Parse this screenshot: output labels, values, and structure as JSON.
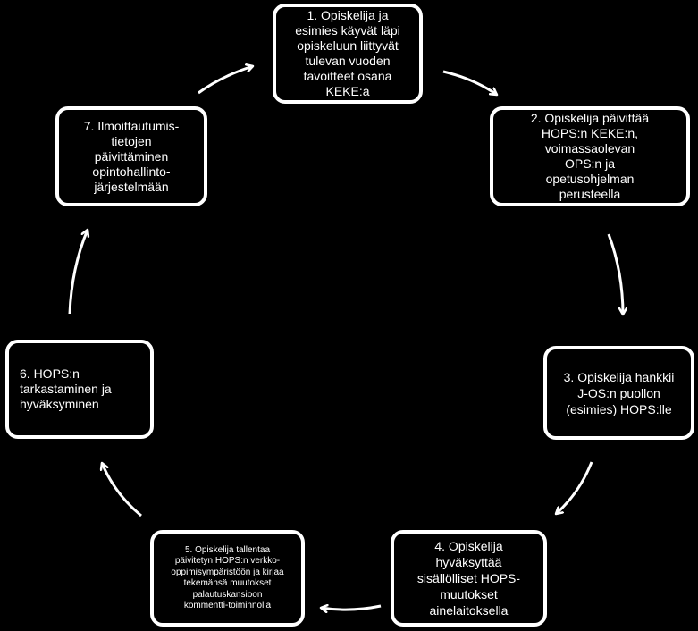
{
  "steps": [
    {
      "text": "1. Opiskelija ja\nesimies käyvät läpi\nopiskeluun liittyvät\ntulevan vuoden\ntavoitteet osana\nKEKE:a"
    },
    {
      "text": "2. Opiskelija päivittää\nHOPS:n KEKE:n,\nvoimassaolevan\nOPS:n ja\nopetusohjelman\nperusteella"
    },
    {
      "text": "3. Opiskelija hankkii\nJ-OS:n puollon\n(esimies) HOPS:lle"
    },
    {
      "text": "4. Opiskelija\nhyväksyttää\nsisällölliset HOPS-\nmuutokset\nainelaitoksella"
    },
    {
      "text": "5. Opiskelija tallentaa\npäivitetyn HOPS:n verkko-\noppimisympäristöön ja kirjaa\ntekemänsä muutokset\npalautuskansioon\nkommentti-toiminnolla"
    },
    {
      "text": "6. HOPS:n\ntarkastaminen ja\nhyväksyminen"
    },
    {
      "text": "7. Ilmoittautumis-\ntietojen\npäivittäminen\nopintohallinto-\njärjestelmään"
    }
  ],
  "colors": {
    "background": "#000000",
    "foreground": "#ffffff"
  },
  "arrow_direction": "clockwise"
}
